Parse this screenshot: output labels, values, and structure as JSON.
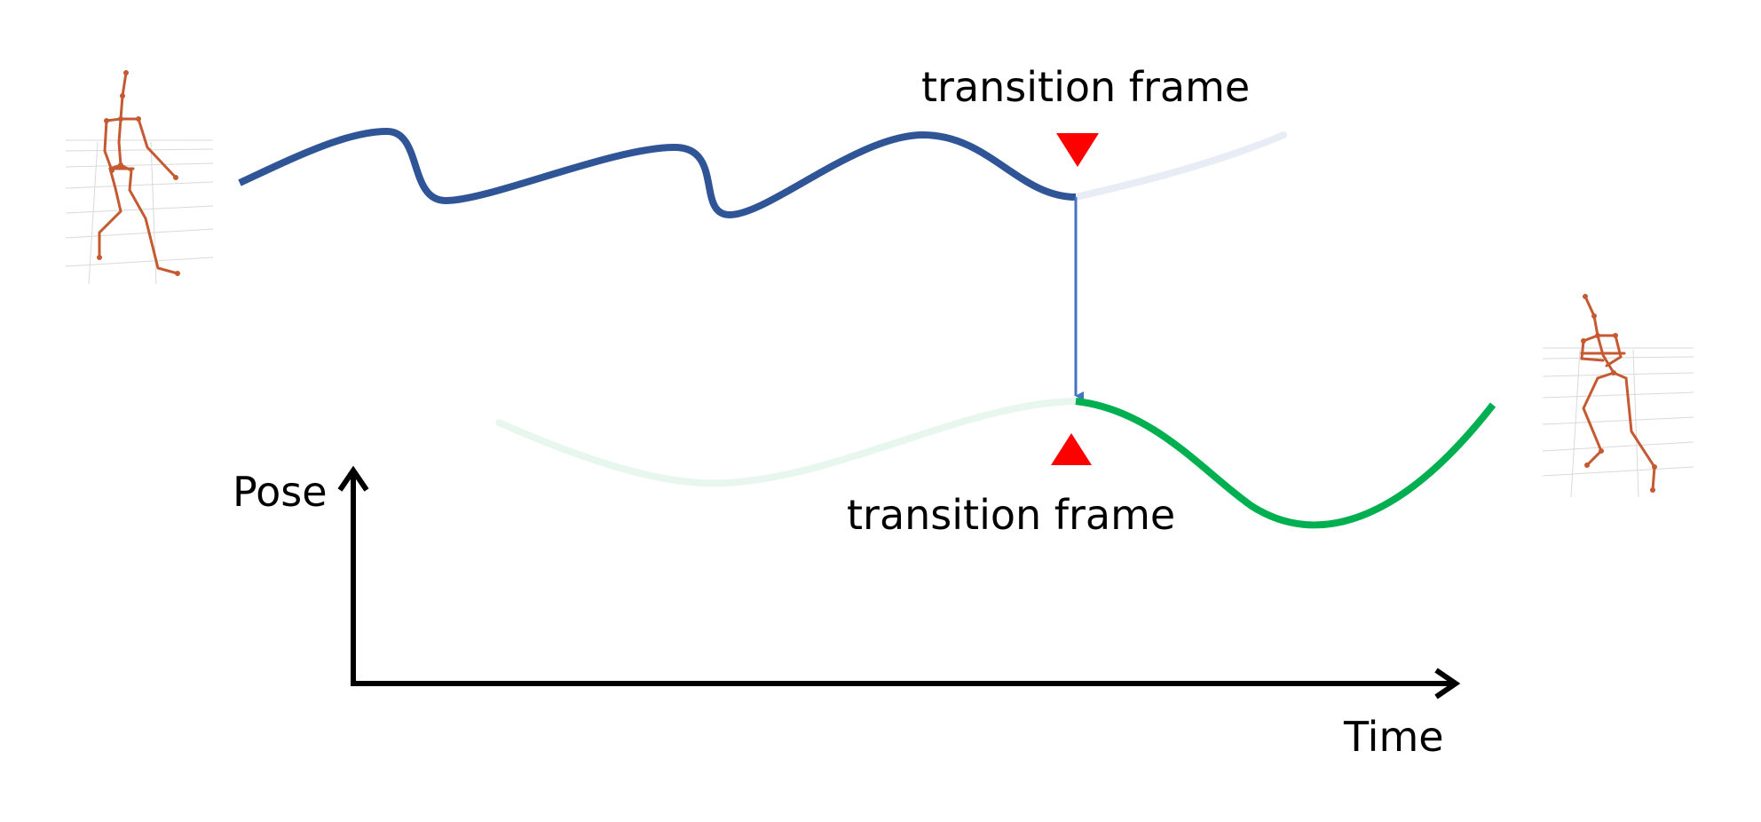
{
  "labels": {
    "transition_top": "transition frame",
    "transition_bottom": "transition frame",
    "pose_axis": "Pose",
    "time_axis": "Time"
  },
  "colors": {
    "motion_a": "#2f5597",
    "motion_a_faded": "#e8ecf4",
    "motion_b": "#00b050",
    "motion_b_faded": "#e8f7ee",
    "marker": "#ff0000",
    "link_arrow": "#4472c4",
    "skeleton": "#c55a32",
    "axis": "#000000"
  },
  "icons": {
    "start_pose": "stick-figure-skeleton-icon",
    "end_pose": "stick-figure-skeleton-icon",
    "transition_marker": "red-triangle-icon"
  }
}
